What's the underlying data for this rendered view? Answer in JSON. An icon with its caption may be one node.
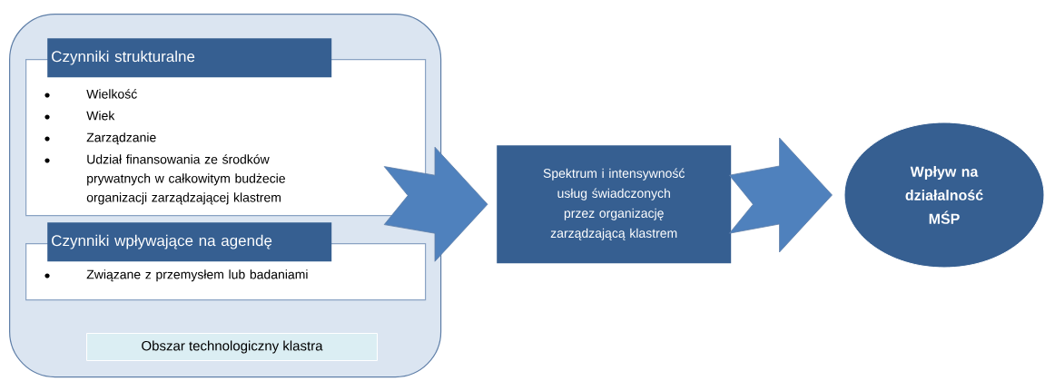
{
  "diagram": {
    "nodes": [
      {
        "text": [],
        "shape": "box"
      },
      {
        "text": [
          "Czynniki strukturalne",
          "Wielkość",
          "Wiek",
          "Zarządzanie",
          "Udział finansowania ze środków prywatnych w całkowitym budżecie organizacji zarządzającej klastrem"
        ],
        "in": 0
      },
      {
        "text": [
          "Czynniki wpływające na agendę",
          "Związane z przemysłem lub badaniami"
        ],
        "in": 0
      },
      {
        "text": [
          "Obszar technologiczny klastra"
        ],
        "in": 0
      },
      {
        "text": [
          "Spektrum i intensywność usług świadczonych przez organizację zarządzającą klastrem"
        ]
      },
      {
        "text": [
          "Wpływ na działalność MŚP"
        ]
      }
    ],
    "edges": [
      {
        "from": 0,
        "to": 4,
        "arrow": "to"
      },
      {
        "from": 4,
        "to": 5,
        "arrow": "to"
      }
    ]
  }
}
